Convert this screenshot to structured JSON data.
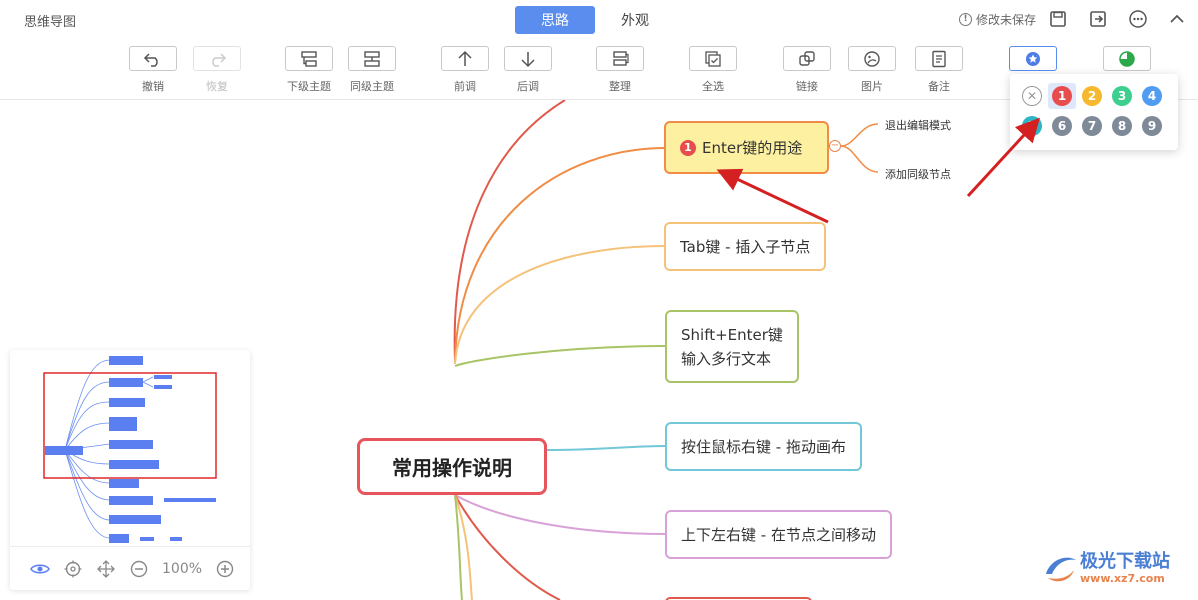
{
  "app": {
    "title": "思维导图"
  },
  "mode_tabs": [
    {
      "label": "思路",
      "active": true
    },
    {
      "label": "外观",
      "active": false
    }
  ],
  "save_status": "修改未保存",
  "toolbar": {
    "undo": "撤销",
    "redo": "恢复",
    "child_topic": "下级主题",
    "sibling_topic": "同级主题",
    "move_up": "前调",
    "move_down": "后调",
    "arrange": "整理",
    "select_all": "全选",
    "link": "链接",
    "image": "图片",
    "note": "备注"
  },
  "priority_popup": {
    "options": [
      "1",
      "2",
      "3",
      "4",
      "5",
      "6",
      "7",
      "8",
      "9"
    ],
    "selected": "1",
    "colors": {
      "1": "#e84d4d",
      "2": "#f5b82e",
      "3": "#3ecf8e",
      "4": "#4f9cf0",
      "5": "#2cb5c5",
      "6": "#7f8a99",
      "7": "#7f8a99",
      "8": "#7f8a99",
      "9": "#7f8a99"
    }
  },
  "mindmap": {
    "root": "常用操作说明",
    "nodes": [
      {
        "label": "Enter键的用途",
        "priority": "1",
        "color": "#f08c45",
        "selected": true
      },
      {
        "label": "Tab键 - 插入子节点",
        "color": "#f5c27a"
      },
      {
        "label_lines": [
          "Shift+Enter键",
          "输入多行文本"
        ],
        "color": "#a8c466"
      },
      {
        "label": "按住鼠标右键 - 拖动画布",
        "color": "#72c7d8"
      },
      {
        "label": "上下左右键 - 在节点之间移动",
        "color": "#d8a2d8"
      }
    ],
    "subnodes": [
      "退出编辑模式",
      "添加同级节点"
    ]
  },
  "minimap": {
    "zoom": "100%"
  },
  "watermark": {
    "brand": "极光下载站",
    "url": "www.xz7.com"
  }
}
